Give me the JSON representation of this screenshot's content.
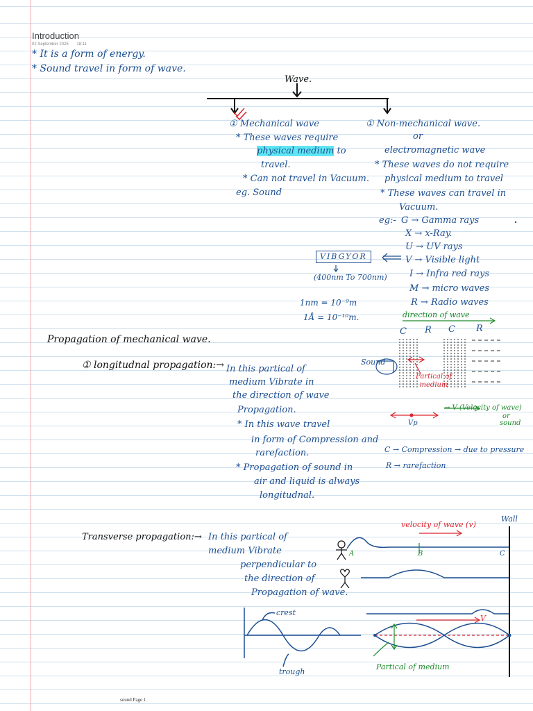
{
  "page": {
    "title": "Introduction",
    "date": "02 September 2025",
    "time": "18:11",
    "footer": "sound Page 1"
  },
  "intro": [
    "* It is a form of energy.",
    "* Sound travel in form of wave."
  ],
  "tree": {
    "root": "Wave.",
    "mechanical": {
      "heading": "① Mechanical wave",
      "line1": "* These waves require",
      "highlight": "physical medium",
      "line2_tail": "to",
      "line3": "travel.",
      "line4": "* Can not travel in Vacuum.",
      "example": "eg. Sound"
    },
    "non_mechanical": {
      "heading": "① Non-mechanical wave.",
      "or": "or",
      "alt": "electromagnetic wave",
      "line1": "* These waves do not require",
      "line2": "physical medium to travel",
      "line3": "* These waves can travel in",
      "line4": "Vacuum.",
      "eg_label": "eg:-",
      "examples": [
        "G → Gamma rays",
        "X → x-Ray.",
        "U → UV rays",
        "V → Visible light",
        "I → Infra red rays",
        "M → micro waves",
        "R → Radio waves"
      ]
    },
    "vibgyor": "VIBGYOR",
    "wavelength_range": "(400nm To 700nm)",
    "nm_eq": "1nm = 10⁻⁹m",
    "angstrom_eq": "1Å = 10⁻¹⁰m."
  },
  "propagation": {
    "heading": "Propagation of mechanical wave.",
    "longitudinal": {
      "label": "① longitudnal propagation:→",
      "lines": [
        "In this partical of",
        "medium Vibrate in",
        "the direction of wave",
        "Propagation."
      ],
      "bullet1": [
        "* In this wave travel",
        "in form of Compression and",
        "rarefaction."
      ],
      "bullet2": [
        "* Propagation of sound in",
        "air and liquid is always",
        "longitudnal."
      ]
    },
    "diagram": {
      "direction": "direction of wave",
      "c1": "C",
      "r1": "R",
      "c2": "C",
      "r2": "R",
      "sound": "Sound",
      "particle": "Partical of medium",
      "vp": "Vp",
      "v_label": "→ V (Velocity of wave)",
      "or": "or",
      "sound2": "sound",
      "c_def": "C → Compression → due to pressure",
      "r_def": "R → rarefaction"
    },
    "transverse": {
      "label": "Transverse propagation:→",
      "lines": [
        "In this partical of",
        "medium Vibrate",
        "perpendicular to",
        "the direction of",
        "Propagation of wave."
      ],
      "velocity": "velocity of wave (v)",
      "wall": "Wall",
      "a": "A",
      "b": "B",
      "c": "C",
      "crest": "crest",
      "trough": "trough",
      "v": "V",
      "particle": "Partical of medium"
    }
  },
  "colors": {
    "ink": "#1d4f91",
    "red": "#d9262e",
    "green": "#1f8a2c",
    "highlight": "#5fe6f3"
  }
}
